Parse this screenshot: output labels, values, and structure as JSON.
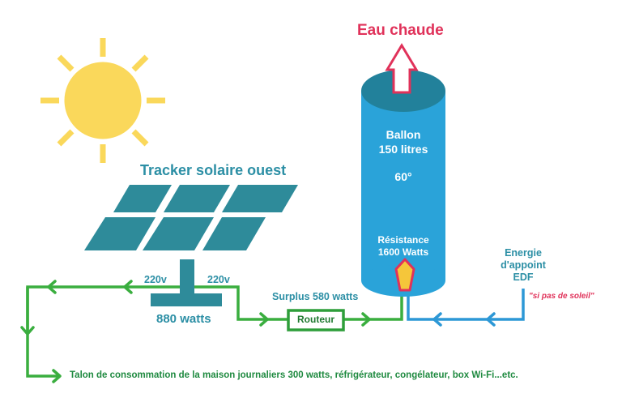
{
  "colors": {
    "sun": "#fad85b",
    "panel": "#2e8b9a",
    "tank": "#2aa3d9",
    "tank_top": "#22819b",
    "green_wire": "#3aae3f",
    "blue_wire": "#2d98d6",
    "red": "#e0325a",
    "resistor": "#f5c63a",
    "text_teal": "#2c8fa5",
    "text_green": "#1f8a40",
    "text_white": "#ffffff"
  },
  "labels": {
    "hot_water": "Eau chaude",
    "tracker": "Tracker solaire ouest",
    "tank_line1": "Ballon",
    "tank_line2": "150 litres",
    "temperature": "60°",
    "resistance_line1": "Résistance",
    "resistance_line2": "1600 Watts",
    "energy_line1": "Energie",
    "energy_line2": "d'appoint",
    "energy_line3": "EDF",
    "no_sun_note": "\"si pas de soleil\"",
    "voltage_left": "220v",
    "voltage_right": "220v",
    "panel_power": "880 watts",
    "surplus": "Surplus 580 watts",
    "router": "Routeur",
    "house_consumption": "Talon de consommation de la maison journaliers 300 watts, réfrigérateur, congélateur, box Wi-Fi...etc."
  },
  "icons": {
    "sun": "sun-icon",
    "solar_panel": "solar-panel-icon",
    "hot_water_tank": "water-tank-icon",
    "up_arrow": "up-arrow-icon",
    "resistor": "heating-element-icon"
  }
}
